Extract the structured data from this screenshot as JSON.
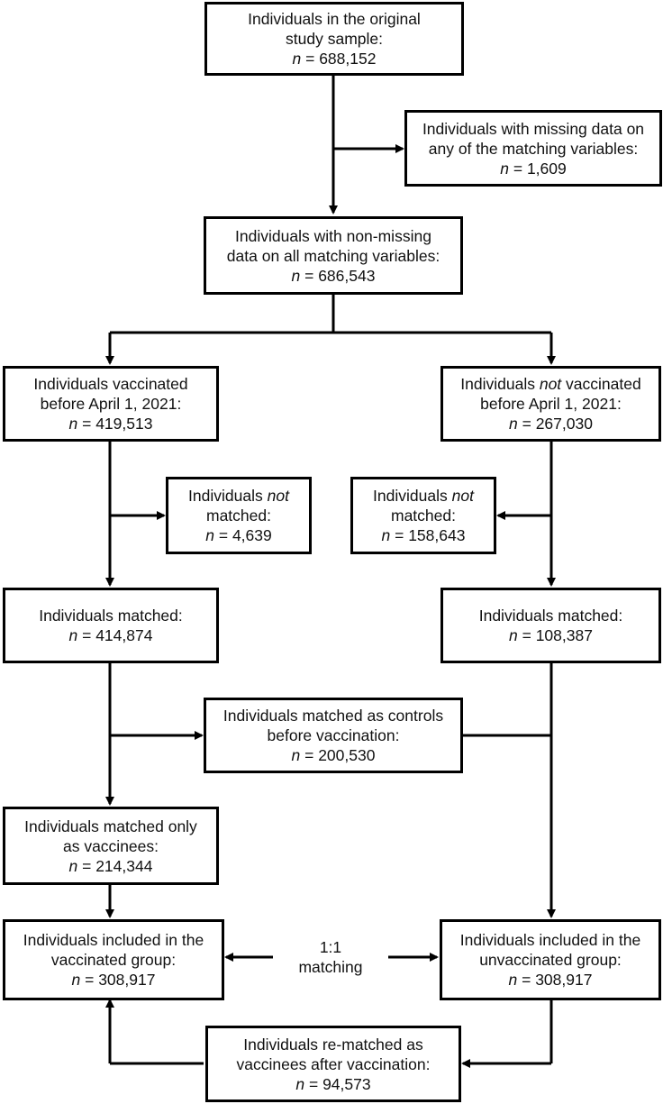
{
  "boxes": {
    "original": {
      "line1": "Individuals in the original",
      "line2": "study sample:",
      "n": "688,152"
    },
    "missing": {
      "line1": "Individuals with missing data on",
      "line2": "any of the matching variables:",
      "n": "1,609"
    },
    "nonmissing": {
      "line1": "Individuals with non-missing",
      "line2": "data on all matching variables:",
      "n": "686,543"
    },
    "vaccinated": {
      "line1": "Individuals vaccinated",
      "line2": "before April 1, 2021:",
      "n": "419,513"
    },
    "not_vaccinated": {
      "line1a": "Individuals ",
      "line1b": "not",
      "line1c": " vaccinated",
      "line2": "before April 1, 2021:",
      "n": "267,030"
    },
    "vax_not_matched": {
      "line1a": "Individuals ",
      "line1b": "not",
      "line2": "matched:",
      "n": "4,639"
    },
    "unvax_not_matched": {
      "line1a": "Individuals ",
      "line1b": "not",
      "line2": "matched:",
      "n": "158,643"
    },
    "vax_matched": {
      "line1": "Individuals matched:",
      "n": "414,874"
    },
    "unvax_matched": {
      "line1": "Individuals matched:",
      "n": "108,387"
    },
    "controls_before": {
      "line1": "Individuals matched as controls",
      "line2": "before vaccination:",
      "n": "200,530"
    },
    "only_vaccinees": {
      "line1": "Individuals matched only",
      "line2": "as vaccinees:",
      "n": "214,344"
    },
    "vaccinated_group": {
      "line1": "Individuals included in the",
      "line2": "vaccinated group:",
      "n": "308,917"
    },
    "unvaccinated_group": {
      "line1": "Individuals included in the",
      "line2": "unvaccinated group:",
      "n": "308,917"
    },
    "rematched": {
      "line1": "Individuals re-matched as",
      "line2": "vaccinees after vaccination:",
      "n": "94,573"
    }
  },
  "n_symbol": "n",
  "n_eq": " = ",
  "matching_label": {
    "line1": "1:1",
    "line2": "matching"
  }
}
